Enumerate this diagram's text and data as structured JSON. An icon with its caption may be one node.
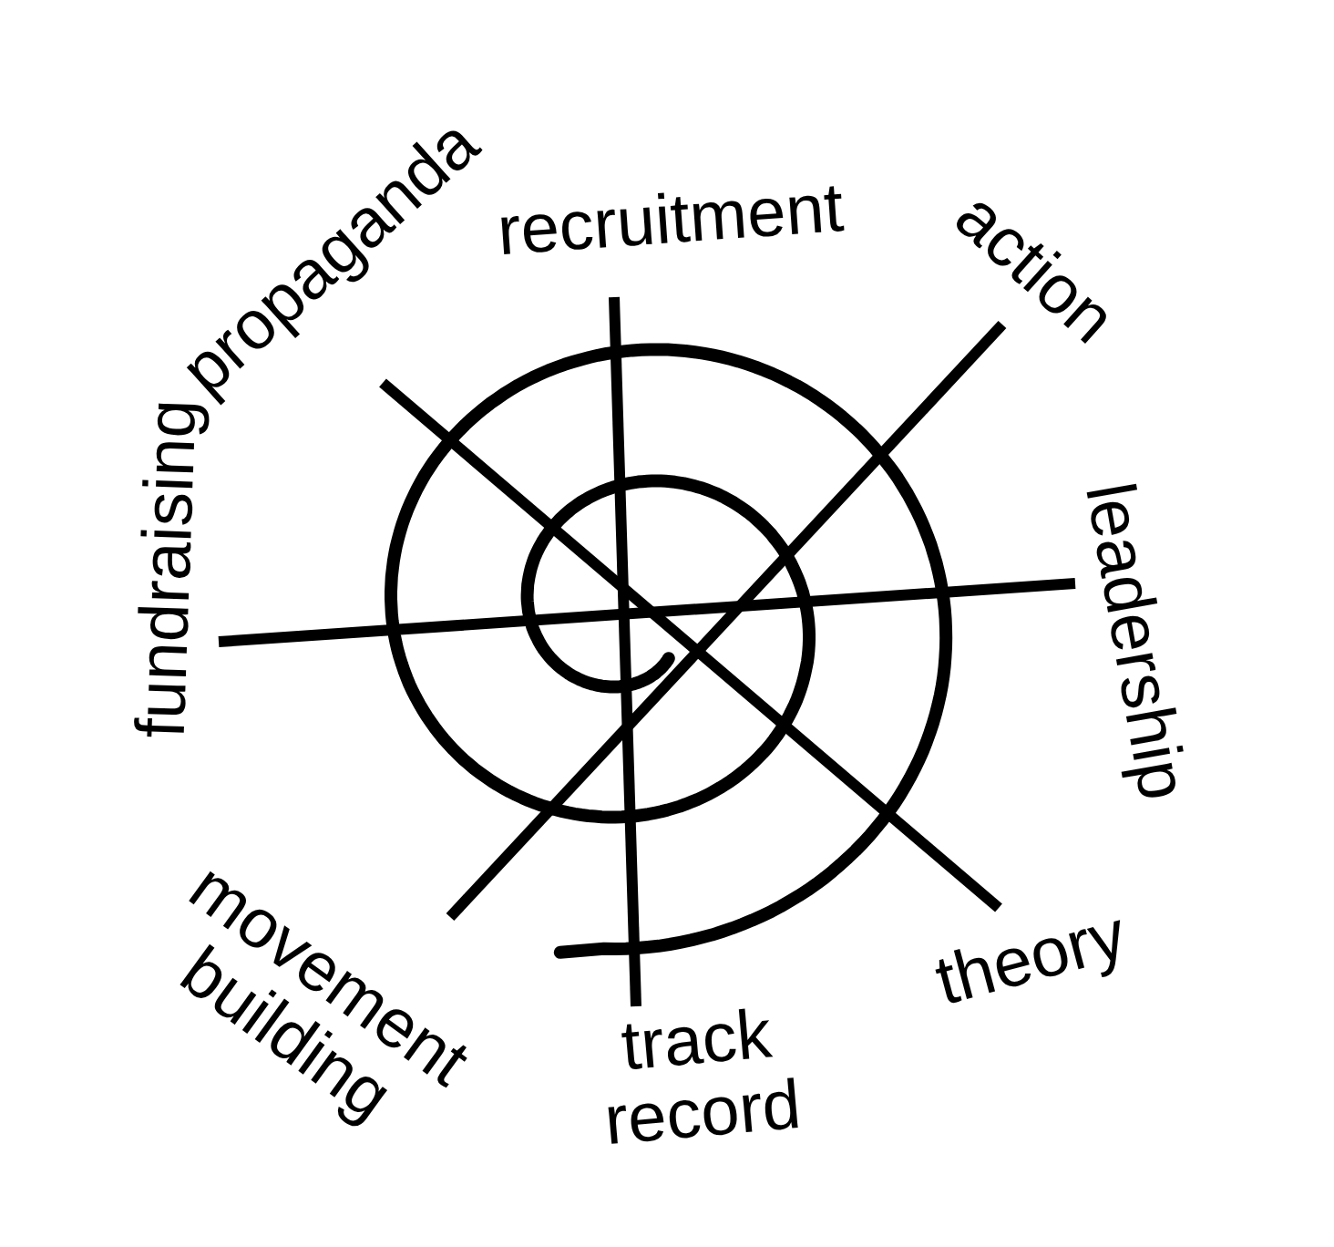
{
  "diagram": {
    "nodes": [
      {
        "text": [
          "recruitment"
        ]
      },
      {
        "text": [
          "action"
        ]
      },
      {
        "text": [
          "leadership"
        ]
      },
      {
        "text": [
          "theory"
        ]
      },
      {
        "text": [
          "track record"
        ]
      },
      {
        "text": [
          "movement building"
        ]
      },
      {
        "text": [
          "fundraising"
        ]
      },
      {
        "text": [
          "propaganda"
        ]
      }
    ],
    "edges": [
      {
        "from": 0,
        "to": 4,
        "arrow": "none"
      },
      {
        "from": 1,
        "to": 5,
        "arrow": "none"
      },
      {
        "from": 6,
        "to": 2,
        "arrow": "none"
      },
      {
        "from": 7,
        "to": 3,
        "arrow": "none"
      }
    ]
  }
}
